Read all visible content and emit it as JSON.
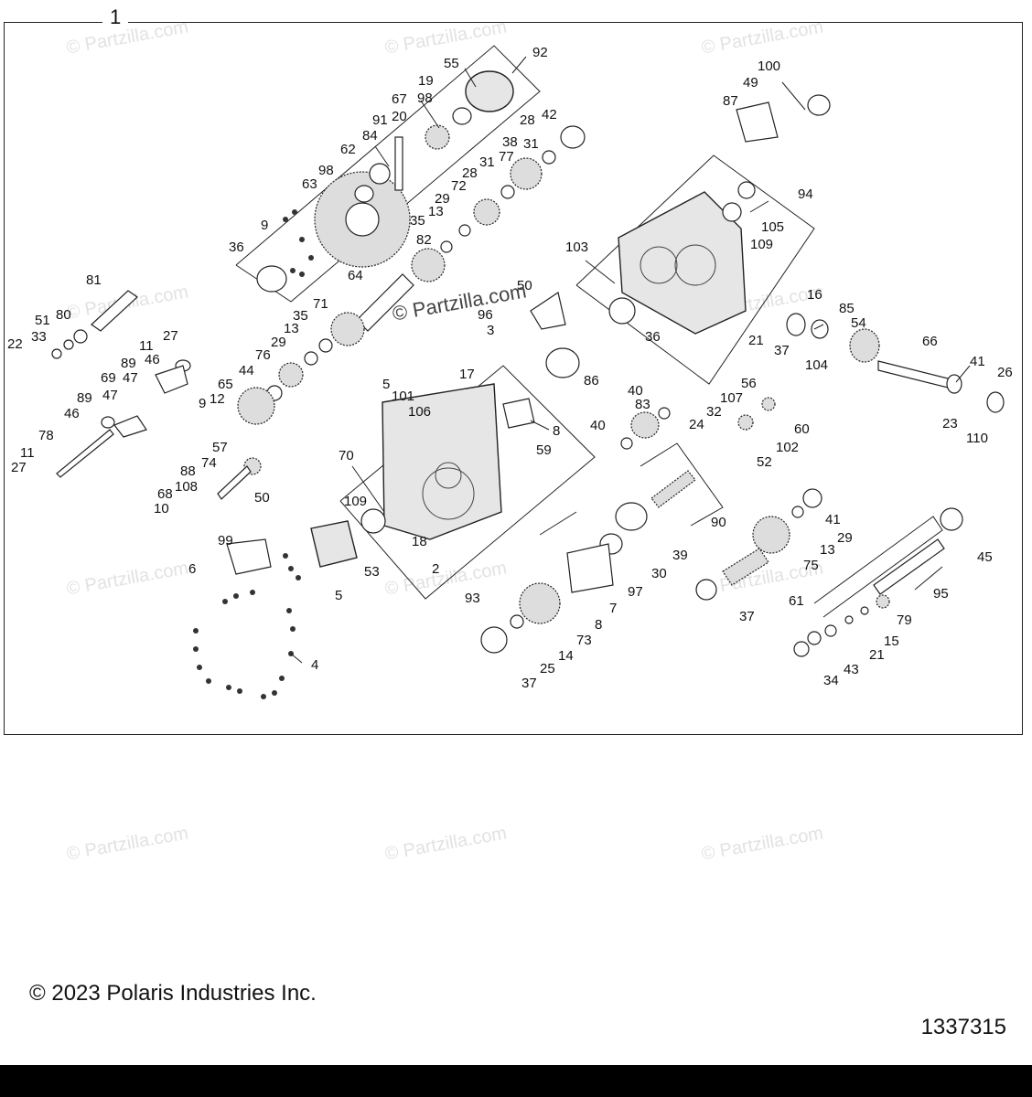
{
  "frame_label": "1",
  "watermark_text": "© Partzilla.com",
  "center_watermark": "© Partzilla.com",
  "copyright": "© 2023 Polaris Industries Inc.",
  "diagram_number": "1337315",
  "callouts": [
    "92",
    "55",
    "19",
    "98",
    "67",
    "20",
    "91",
    "84",
    "62",
    "98",
    "63",
    "9",
    "36",
    "28",
    "42",
    "38",
    "31",
    "77",
    "28",
    "31",
    "72",
    "29",
    "13",
    "35",
    "82",
    "64",
    "35",
    "71",
    "13",
    "29",
    "76",
    "44",
    "65",
    "9",
    "12",
    "81",
    "80",
    "51",
    "33",
    "22",
    "11",
    "27",
    "46",
    "89",
    "69",
    "47",
    "47",
    "89",
    "46",
    "78",
    "11",
    "27",
    "57",
    "74",
    "88",
    "108",
    "68",
    "10",
    "50",
    "99",
    "6",
    "53",
    "5",
    "4",
    "100",
    "49",
    "87",
    "94",
    "105",
    "109",
    "103",
    "50",
    "96",
    "3",
    "36",
    "86",
    "17",
    "5",
    "101",
    "106",
    "8",
    "59",
    "70",
    "109",
    "18",
    "2",
    "93",
    "16",
    "85",
    "21",
    "37",
    "54",
    "66",
    "104",
    "41",
    "26",
    "23",
    "110",
    "40",
    "83",
    "40",
    "56",
    "107",
    "32",
    "24",
    "60",
    "102",
    "52",
    "90",
    "39",
    "30",
    "97",
    "7",
    "8",
    "73",
    "14",
    "25",
    "37",
    "41",
    "29",
    "13",
    "75",
    "61",
    "37",
    "45",
    "95",
    "79",
    "15",
    "21",
    "43",
    "34"
  ],
  "colors": {
    "frame": "#222222",
    "watermark": "#e2e2e2",
    "bottom_bar": "#000000"
  }
}
